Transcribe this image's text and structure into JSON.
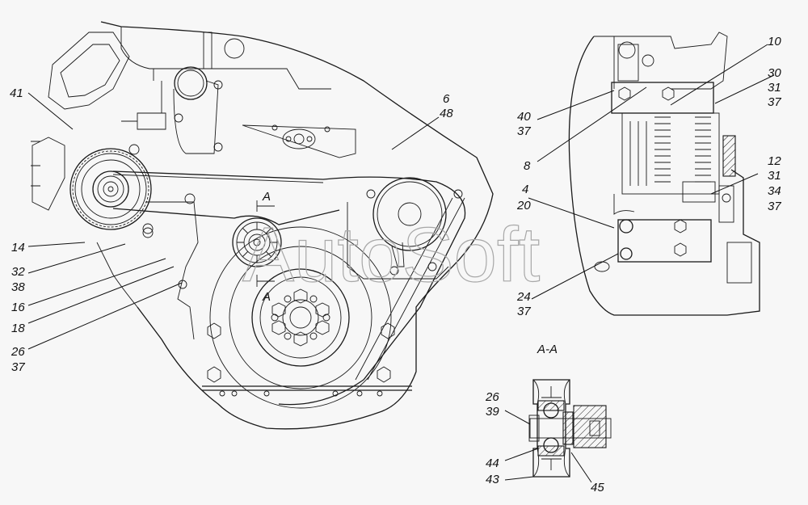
{
  "drawing": {
    "title": "Alternator installation with drive belt and tensioner roller",
    "watermark": "AutoSoft",
    "section_label": "A-A",
    "section_marker": "A"
  },
  "main_view": {
    "callouts": [
      {
        "id": "c41",
        "lines": [
          "41"
        ]
      },
      {
        "id": "c14",
        "lines": [
          "14"
        ]
      },
      {
        "id": "c32",
        "lines": [
          "32",
          "38"
        ]
      },
      {
        "id": "c16",
        "lines": [
          "16"
        ]
      },
      {
        "id": "c18",
        "lines": [
          "18"
        ]
      },
      {
        "id": "c26",
        "lines": [
          "26",
          "37"
        ]
      },
      {
        "id": "c6",
        "lines": [
          "6",
          "48"
        ]
      }
    ]
  },
  "side_view": {
    "callouts": [
      {
        "id": "c10",
        "lines": [
          "10"
        ]
      },
      {
        "id": "c30",
        "lines": [
          "30",
          "31",
          "37"
        ]
      },
      {
        "id": "c40",
        "lines": [
          "40",
          "37"
        ]
      },
      {
        "id": "c8",
        "lines": [
          "8"
        ]
      },
      {
        "id": "c12",
        "lines": [
          "12",
          "31",
          "34",
          "37"
        ]
      },
      {
        "id": "c4",
        "lines": [
          "4",
          "20"
        ]
      },
      {
        "id": "c24",
        "lines": [
          "24",
          "37"
        ]
      }
    ]
  },
  "section_view": {
    "callouts": [
      {
        "id": "s26",
        "lines": [
          "26",
          "39"
        ]
      },
      {
        "id": "s44",
        "lines": [
          "44"
        ]
      },
      {
        "id": "s43",
        "lines": [
          "43"
        ]
      },
      {
        "id": "s45",
        "lines": [
          "45"
        ]
      }
    ]
  }
}
